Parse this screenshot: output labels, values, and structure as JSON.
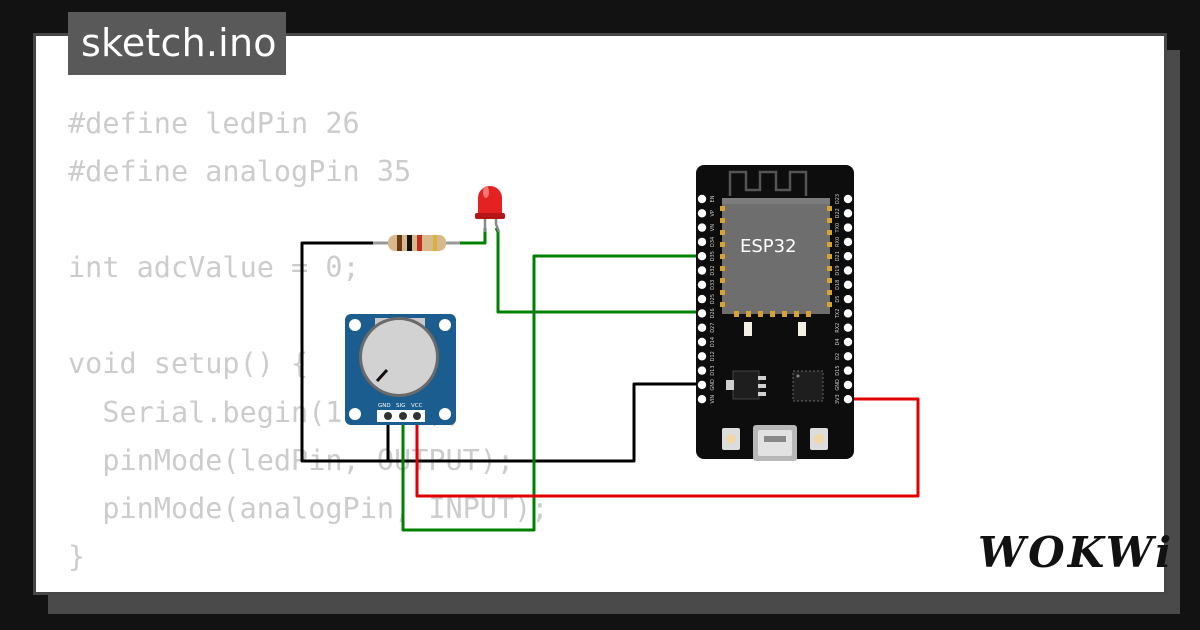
{
  "file_tab": {
    "label": "sketch.ino"
  },
  "code_lines": [
    "#define ledPin 26",
    "#define analogPin 35",
    "",
    "int adcValue = 0;",
    "",
    "void setup() {",
    "  Serial.begin(115200);",
    "  pinMode(ledPin, OUTPUT);",
    "  pinMode(analogPin, INPUT);",
    "}"
  ],
  "esp32": {
    "label": "ESP32",
    "left_pins": [
      "EN",
      "VP",
      "VN",
      "D34",
      "D35",
      "D32",
      "D33",
      "D25",
      "D26",
      "D27",
      "D14",
      "D12",
      "D13",
      "GND",
      "VIN"
    ],
    "right_pins": [
      "D23",
      "D22",
      "TX0",
      "RX0",
      "D21",
      "D19",
      "D18",
      "D5",
      "TX2",
      "RX2",
      "D4",
      "D2",
      "D15",
      "GND",
      "3V3"
    ]
  },
  "potentiometer": {
    "pins": [
      "GND",
      "SIG",
      "VCC"
    ]
  },
  "logo": {
    "text": "WOKWi"
  },
  "colors": {
    "background": "#121212",
    "card": "#ffffff",
    "tab": "#595959",
    "code_text": "#cccccc",
    "wire_black": "#000000",
    "wire_green": "#008000",
    "wire_red": "#e00000",
    "board": "#0d0d0d",
    "pot_board": "#1a5d8e",
    "led": "#e52222"
  }
}
